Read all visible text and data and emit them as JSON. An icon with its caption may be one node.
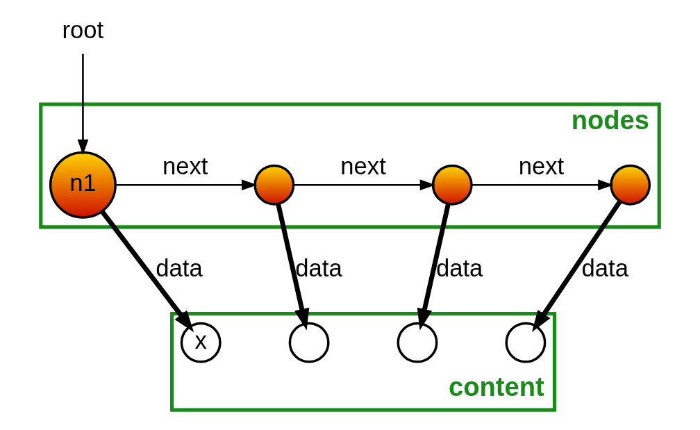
{
  "diagram": {
    "nodes": [
      {
        "text": [
          "nodes"
        ]
      },
      {
        "text": [
          "n1"
        ],
        "in": 0
      },
      {
        "text": [],
        "shape": "circle",
        "in": 0
      },
      {
        "text": [],
        "shape": "circle",
        "in": 0
      },
      {
        "text": [],
        "shape": "circle",
        "in": 0
      },
      {
        "text": [
          "content"
        ]
      },
      {
        "text": [
          "x"
        ],
        "in": 5
      },
      {
        "text": [],
        "shape": "circle",
        "in": 5
      },
      {
        "text": [],
        "shape": "circle",
        "in": 5
      },
      {
        "text": [],
        "shape": "circle",
        "in": 5
      },
      {
        "text": [
          "root"
        ]
      }
    ],
    "edges": [
      {
        "from": 10,
        "to": 1,
        "arrow": "to"
      },
      {
        "from": 1,
        "to": 2,
        "arrow": "to",
        "label": "next"
      },
      {
        "from": 2,
        "to": 3,
        "arrow": "to",
        "label": "next"
      },
      {
        "from": 3,
        "to": 4,
        "arrow": "to",
        "label": "next"
      },
      {
        "from": 1,
        "to": 6,
        "arrow": "to",
        "label": "data",
        "style": "thick"
      },
      {
        "from": 2,
        "to": 7,
        "arrow": "to",
        "label": "data",
        "style": "thick"
      },
      {
        "from": 3,
        "to": 8,
        "arrow": "to",
        "label": "data",
        "style": "thick"
      },
      {
        "from": 4,
        "to": 9,
        "arrow": "to",
        "label": "data",
        "style": "thick"
      }
    ]
  }
}
